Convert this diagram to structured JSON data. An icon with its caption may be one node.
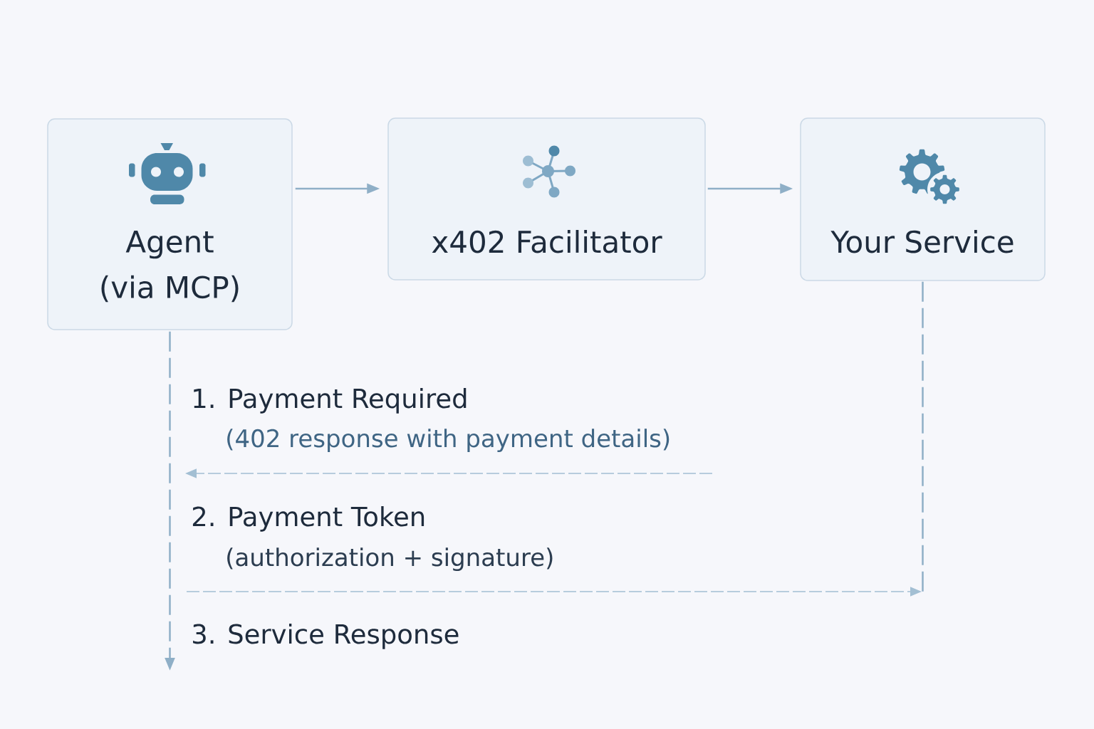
{
  "diagram": {
    "nodes": [
      {
        "text": [
          "Agent (via MCP)"
        ]
      },
      {
        "text": [
          "x402 Facilitator"
        ]
      },
      {
        "text": [
          "Your Service"
        ]
      }
    ],
    "edges": [
      {
        "from": 0,
        "to": 1,
        "arrow": "to"
      },
      {
        "from": 1,
        "to": 2,
        "arrow": "to"
      },
      {
        "from": 0,
        "to": null,
        "arrow": "to",
        "style": "dashed"
      },
      {
        "from": 2,
        "to": null,
        "arrow": "none",
        "style": "dashed"
      }
    ],
    "labels": [
      "1. Payment Required",
      "(402 response with payment details)",
      "2. Payment Token",
      "(authorization + signature)",
      "3. Service Response"
    ]
  }
}
